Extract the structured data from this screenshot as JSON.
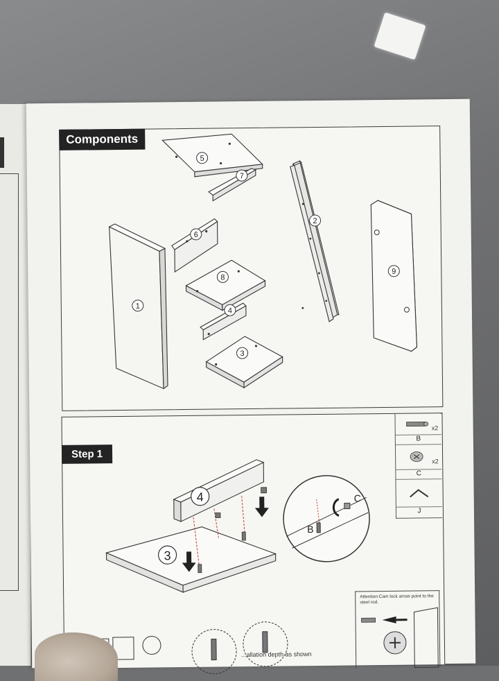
{
  "components": {
    "title": "Components",
    "parts": [
      "5",
      "7",
      "2",
      "6",
      "9",
      "1",
      "8",
      "4",
      "3"
    ]
  },
  "step1": {
    "title": "Step 1",
    "panel_labels": [
      "4",
      "3"
    ],
    "detail_labels": [
      "B",
      "C"
    ],
    "parts_table": [
      {
        "label": "B",
        "qty": "x2"
      },
      {
        "label": "C",
        "qty": "x2"
      },
      {
        "label": "J",
        "qty": ""
      }
    ],
    "attention_text": "Attention:Cam lock arrow point to the steel rod.",
    "caption": "...allation depth as shown"
  }
}
